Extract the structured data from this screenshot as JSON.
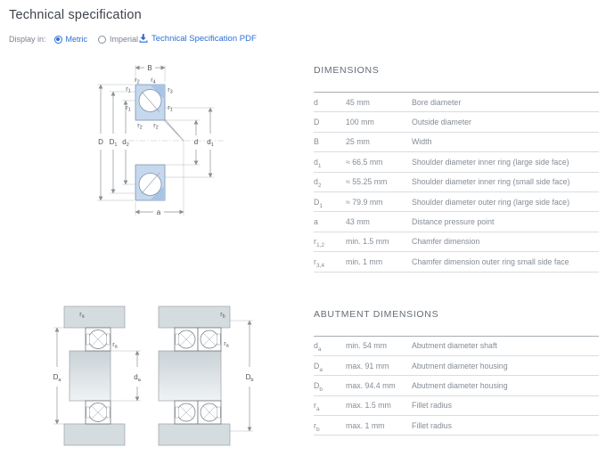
{
  "header": {
    "title": "Technical specification",
    "display_in_label": "Display in:",
    "units": {
      "metric": "Metric",
      "imperial": "Imperial",
      "selected": "Metric"
    },
    "pdf_link": "Technical Specification PDF"
  },
  "colors": {
    "accent_blue": "#2e6fd6",
    "bearing_fill": "#c5d8ee",
    "bearing_shadow": "#a9c4e4",
    "steel_gray": "#d5dcdf",
    "line_gray": "#8a9096"
  },
  "sym": {
    "B": "B",
    "a": "a",
    "D": "D",
    "d": "d",
    "r": "r",
    "n1": "1",
    "n2": "2",
    "n3": "3",
    "n4": "4",
    "sa": "a",
    "sb": "b"
  },
  "dimensions": {
    "title": "DIMENSIONS",
    "rows": [
      {
        "sym": "d",
        "sub": "",
        "val": "45 mm",
        "desc": "Bore diameter"
      },
      {
        "sym": "D",
        "sub": "",
        "val": "100 mm",
        "desc": "Outside diameter"
      },
      {
        "sym": "B",
        "sub": "",
        "val": "25 mm",
        "desc": "Width"
      },
      {
        "sym": "d",
        "sub": "1",
        "val": "≈ 66.5 mm",
        "desc": "Shoulder diameter inner ring (large side face)"
      },
      {
        "sym": "d",
        "sub": "2",
        "val": "≈ 55.25 mm",
        "desc": "Shoulder diameter inner ring (small side face)"
      },
      {
        "sym": "D",
        "sub": "1",
        "val": "≈ 79.9 mm",
        "desc": "Shoulder diameter outer ring (large side face)"
      },
      {
        "sym": "a",
        "sub": "",
        "val": "43 mm",
        "desc": "Distance pressure point"
      },
      {
        "sym": "r",
        "sub": "1,2",
        "val": "min. 1.5 mm",
        "desc": "Chamfer dimension"
      },
      {
        "sym": "r",
        "sub": "3,4",
        "val": "min. 1 mm",
        "desc": "Chamfer dimension outer ring small side face"
      }
    ]
  },
  "abutment": {
    "title": "ABUTMENT DIMENSIONS",
    "rows": [
      {
        "sym": "d",
        "sub": "a",
        "val": "min. 54 mm",
        "desc": "Abutment diameter shaft"
      },
      {
        "sym": "D",
        "sub": "a",
        "val": "max. 91 mm",
        "desc": "Abutment diameter housing"
      },
      {
        "sym": "D",
        "sub": "b",
        "val": "max. 94.4 mm",
        "desc": "Abutment diameter housing"
      },
      {
        "sym": "r",
        "sub": "a",
        "val": "max. 1.5 mm",
        "desc": "Fillet radius"
      },
      {
        "sym": "r",
        "sub": "b",
        "val": "max. 1 mm",
        "desc": "Fillet radius"
      }
    ]
  }
}
